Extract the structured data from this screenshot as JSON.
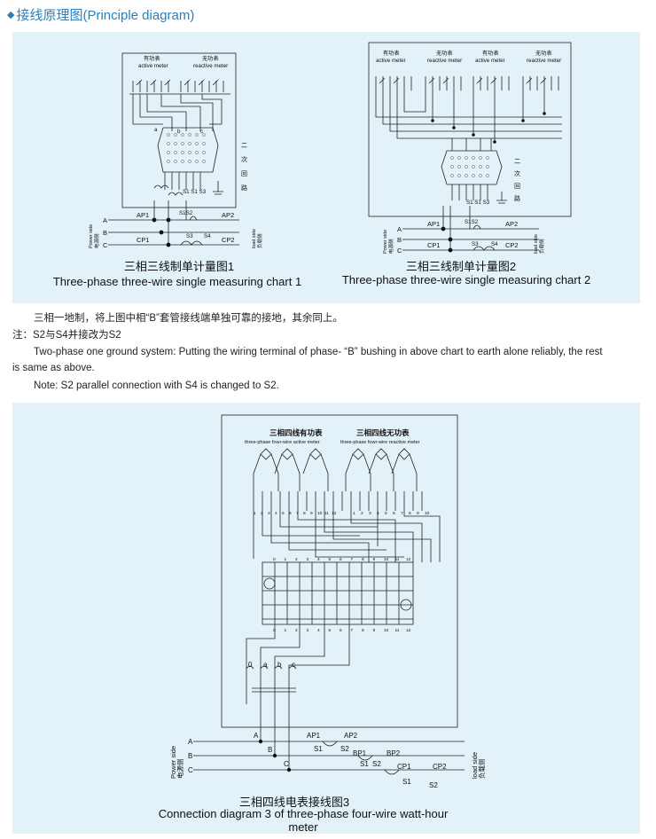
{
  "heading": {
    "bullet": "◆",
    "text": "接线原理图(Principle diagram)"
  },
  "chart1": {
    "title_cn": "三相三线制单计量图1",
    "title_en": "Three-phase three-wire single measuring chart 1",
    "active_cn": "有功表",
    "active_en": "active meter",
    "reactive_cn": "无功表",
    "reactive_en": "reactive meter",
    "side_cn": [
      "二",
      "次",
      "回",
      "路"
    ],
    "power_side": "Power side",
    "power_side_cn": "电源侧",
    "load_side": "load side",
    "load_side_cn": "负载侧",
    "phases": [
      "A",
      "B",
      "C"
    ],
    "terminals": [
      "a",
      "b",
      "c"
    ],
    "labels": {
      "ap1": "AP1",
      "ap2": "AP2",
      "cp1": "CP1",
      "cp2": "CP2",
      "s1": "S1",
      "s2": "S2",
      "s3": "S3",
      "s4": "S4",
      "s1s2": "S1S2",
      "s1s1s3": "S1 S1 S3"
    }
  },
  "chart2": {
    "title_cn": "三相三线制单计量图2",
    "title_en": "Three-phase three-wire single measuring chart 2",
    "meters": [
      {
        "cn": "有功表",
        "en": "active meter"
      },
      {
        "cn": "无功表",
        "en": "reactive meter"
      },
      {
        "cn": "有功表",
        "en": "active meter"
      },
      {
        "cn": "无功表",
        "en": "reactive meter"
      }
    ],
    "side_cn": [
      "二",
      "次",
      "回",
      "路"
    ],
    "power_side": "Power side",
    "power_side_cn": "电源侧",
    "load_side": "load side",
    "load_side_cn": "负载侧",
    "phases": [
      "A",
      "B",
      "C"
    ],
    "labels": {
      "ap1": "AP1",
      "ap2": "AP2",
      "cp1": "CP1",
      "cp2": "CP2",
      "s3": "S3",
      "s4": "S4",
      "s1s2": "S1S2",
      "s1s1s3": "S1 S1 S3"
    }
  },
  "notes": {
    "line1": "三相一地制，将上图中相“B”套管接线端单独可靠的接地，其余同上。",
    "line2": "注：S2与S4并接改为S2",
    "line3": "Two-phase one ground system: Putting the wiring terminal of phase- “B” bushing in above chart to earth alone reliably, the rest",
    "line4": "is same as above.",
    "line5": "Note: S2 parallel connection with S4 is changed to S2."
  },
  "chart3": {
    "title_cn": "三相四线电表接线图3",
    "title_en": "Connection diagram 3 of three-phase four-wire watt-hour meter",
    "active_cn": "三相四线有功表",
    "active_en": "three-phase fowr-wire active meter",
    "reactive_cn": "三相四线无功表",
    "reactive_en": "three-phase fowr-wire reactive meter",
    "terminal_numbers": [
      "1",
      "2",
      "3",
      "4",
      "5",
      "6",
      "7",
      "8",
      "9",
      "10",
      "11",
      "12"
    ],
    "block_numbers": [
      "0",
      "1",
      "2",
      "3",
      "4",
      "5",
      "6",
      "7",
      "8",
      "9",
      "10",
      "11",
      "12"
    ],
    "ct_labels": [
      "0",
      "a",
      "b",
      "c"
    ],
    "phases": [
      "A",
      "B",
      "C"
    ],
    "power_side": "Power side",
    "power_side_cn": "电源侧",
    "load_side": "load side",
    "load_side_cn": "负载侧",
    "labels": {
      "ap1": "AP1",
      "ap2": "AP2",
      "bp1": "BP1",
      "bp2": "BP2",
      "cp1": "CP1",
      "cp2": "CP2",
      "s1": "S1",
      "s2": "S2"
    }
  }
}
